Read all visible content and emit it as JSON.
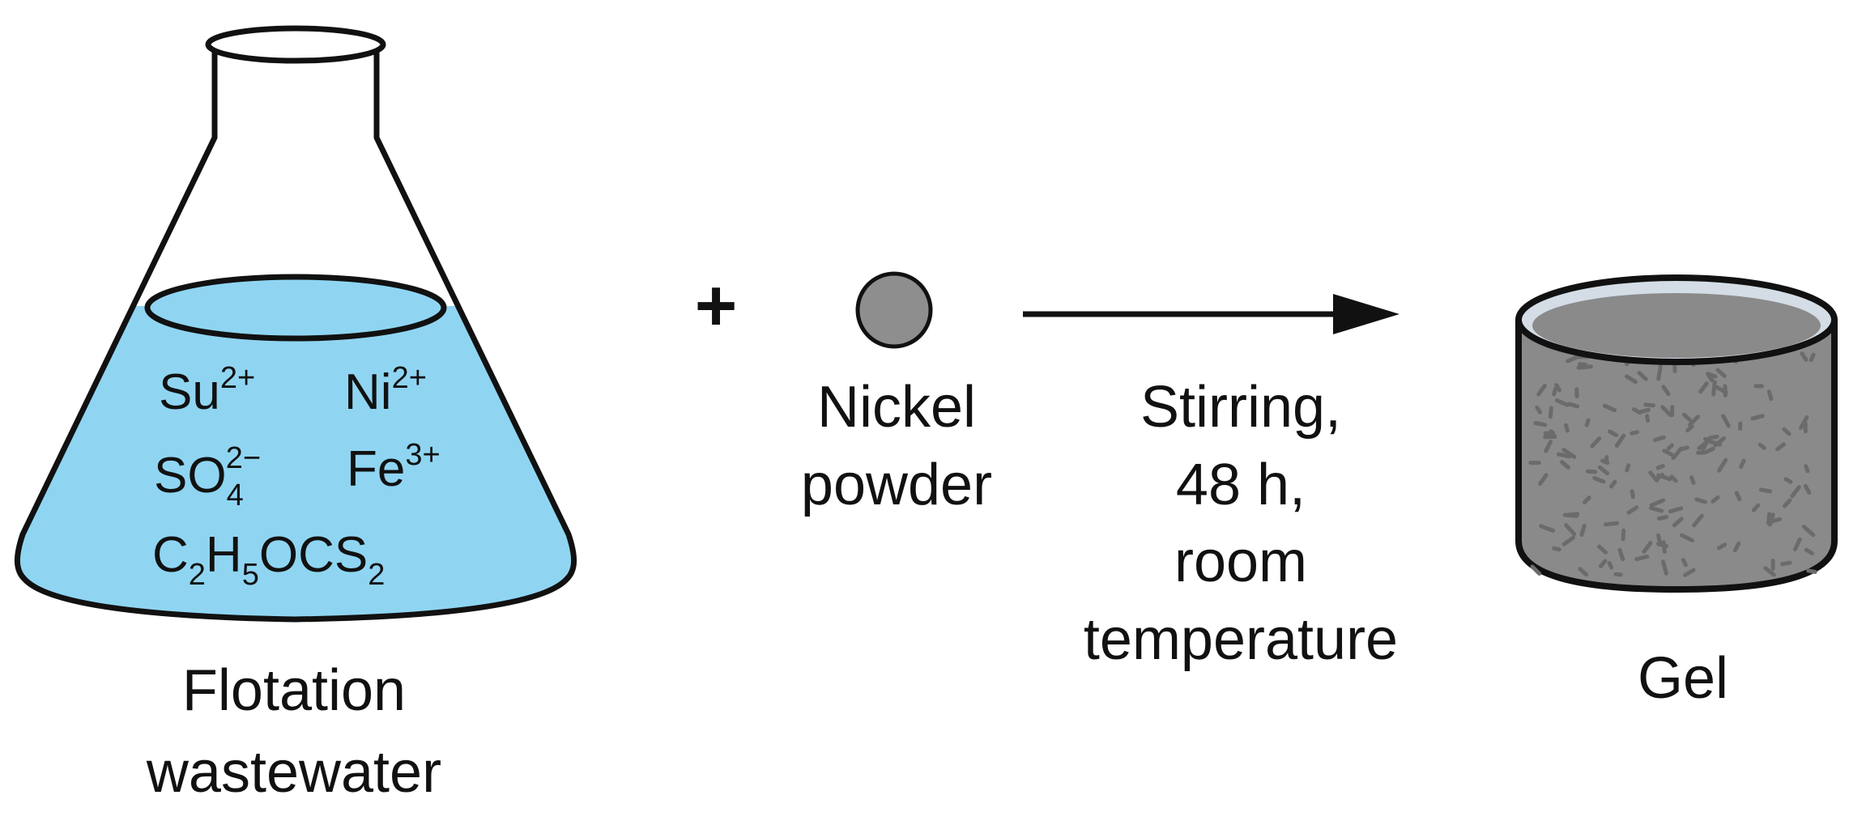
{
  "colors": {
    "stroke": "#111111",
    "water_fill": "#8fd5f2",
    "powder_fill": "#8e8e8e",
    "gel_fill": "#8a8a8a",
    "gel_speck": "#6b6b6b",
    "gel_rim": "#d4dde6"
  },
  "flask": {
    "ions": {
      "su": {
        "base": "Su",
        "sup": "2+"
      },
      "ni": {
        "base": "Ni",
        "sup": "2+"
      },
      "so4": {
        "base": "SO",
        "sub": "4",
        "sup": "2−"
      },
      "fe": {
        "base": "Fe",
        "sup": "3+"
      },
      "xanthate": {
        "c": "C",
        "sub2": "2",
        "h": "H",
        "sub5": "5",
        "ocs": "OCS",
        "subs2": "2"
      }
    },
    "label_line1": "Flotation",
    "label_line2": "wastewater"
  },
  "plus_sign": "+",
  "powder": {
    "label_line1": "Nickel",
    "label_line2": "powder"
  },
  "conditions": {
    "line1": "Stirring,",
    "line2": "48 h,",
    "line3": "room",
    "line4": "temperature"
  },
  "product": {
    "label": "Gel"
  }
}
